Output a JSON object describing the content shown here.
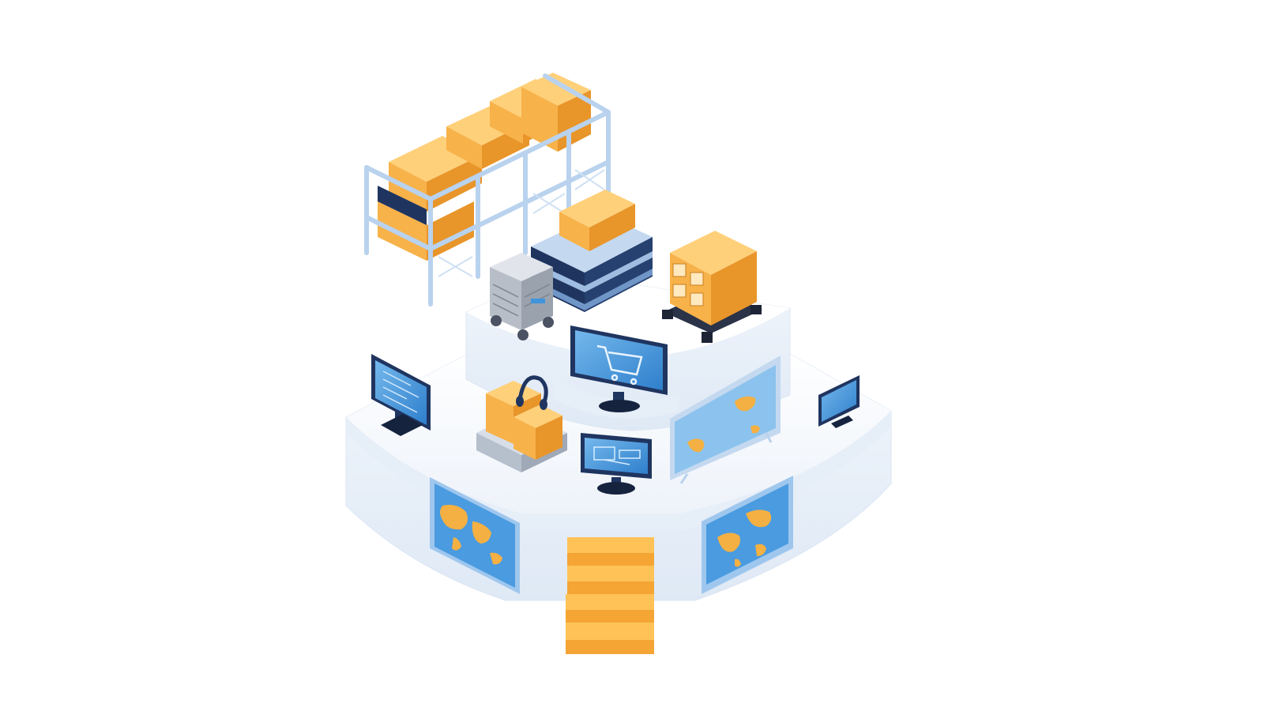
{
  "scene": {
    "background": "#ffffff",
    "colors": {
      "box_orange": "#f7b24a",
      "box_orange_dark": "#e8952a",
      "box_orange_light": "#ffd07a",
      "platform_white": "#f6f9fd",
      "platform_side": "#e3ecf7",
      "platform_shadow": "#d2deee",
      "rack_blue": "#c4d9f0",
      "rack_blue_dark": "#9fbde0",
      "navy": "#1f3560",
      "screen_blue": "#3f94dc",
      "screen_blue_light": "#74b8ec",
      "map_land": "#f4b042"
    },
    "objects": [
      {
        "name": "warehouse-shelving",
        "icon": "shelf-rack-icon"
      },
      {
        "name": "stacked-pallet-crates",
        "icon": "crate-stack-icon"
      },
      {
        "name": "server-robot",
        "icon": "server-cart-icon"
      },
      {
        "name": "box-on-pallet",
        "icon": "pallet-box-icon"
      },
      {
        "name": "shopping-cart-monitor",
        "icon": "cart-icon"
      },
      {
        "name": "headset-boxes",
        "icon": "headset-icon"
      },
      {
        "name": "left-monitor",
        "icon": "monitor-icon"
      },
      {
        "name": "center-monitor",
        "icon": "monitor-icon"
      },
      {
        "name": "right-small-monitor",
        "icon": "monitor-icon"
      },
      {
        "name": "map-display",
        "icon": "world-map-icon"
      },
      {
        "name": "left-world-map-panel",
        "icon": "world-map-icon"
      },
      {
        "name": "right-world-map-panel",
        "icon": "world-map-icon"
      },
      {
        "name": "orange-staircase",
        "icon": "stairs-icon"
      }
    ]
  }
}
